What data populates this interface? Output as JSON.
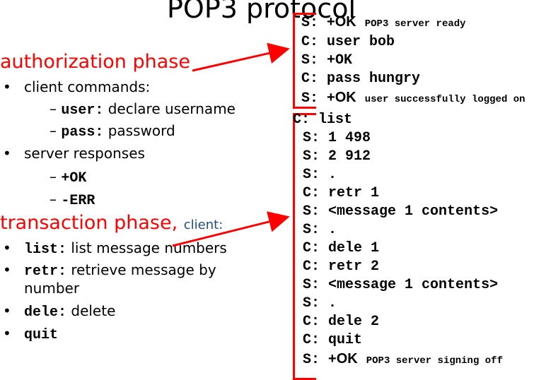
{
  "title": "POP3 protocol",
  "colors": {
    "accent": "#ff0000",
    "small_note": "#1f4e79"
  },
  "authorization": {
    "heading": "authorization phase",
    "client_label": "client commands:",
    "user_cmd": "user:",
    "user_desc": "declare username",
    "pass_cmd": "pass:",
    "pass_desc": "password",
    "server_label": "server responses",
    "ok": "+OK",
    "err": "-ERR"
  },
  "transaction": {
    "heading": "transaction phase,",
    "heading_note": "client:",
    "list_cmd": "list:",
    "list_desc": "list message numbers",
    "retr_cmd": "retr:",
    "retr_desc_1": "retrieve message by",
    "retr_desc_2": "number",
    "dele_cmd": "dele:",
    "dele_desc": "delete",
    "quit_cmd": "quit"
  },
  "session_auth": [
    {
      "prefix": "S:",
      "main": "+OK",
      "small": "POP3 server ready",
      "small_mono": true,
      "main_sans": true
    },
    {
      "prefix": "C:",
      "main": "user bob",
      "small": ""
    },
    {
      "prefix": "S:",
      "main": "+OK",
      "small": ""
    },
    {
      "prefix": "C:",
      "main": "pass hungry",
      "small": ""
    },
    {
      "prefix": "S:",
      "main": "+OK",
      "small": "user successfully logged on",
      "main_sans": true
    }
  ],
  "session_trans": [
    {
      "prefix": "C:",
      "main": "list"
    },
    {
      "prefix": "S:",
      "main": "1 498"
    },
    {
      "prefix": "S:",
      "main": "2 912"
    },
    {
      "prefix": "S:",
      "main": "."
    },
    {
      "prefix": "C:",
      "main": "retr 1"
    },
    {
      "prefix": "S:",
      "main": "<message 1 contents>"
    },
    {
      "prefix": "S:",
      "main": "."
    },
    {
      "prefix": "C:",
      "main": "dele 1"
    },
    {
      "prefix": "C:",
      "main": "retr 2"
    },
    {
      "prefix": "S:",
      "main": "<message 1 contents>"
    },
    {
      "prefix": "S:",
      "main": "."
    },
    {
      "prefix": "C:",
      "main": "dele 2"
    },
    {
      "prefix": "C:",
      "main": "quit"
    },
    {
      "prefix": "S:",
      "main": "+OK",
      "small": "POP3 server signing off",
      "main_sans": true
    }
  ]
}
